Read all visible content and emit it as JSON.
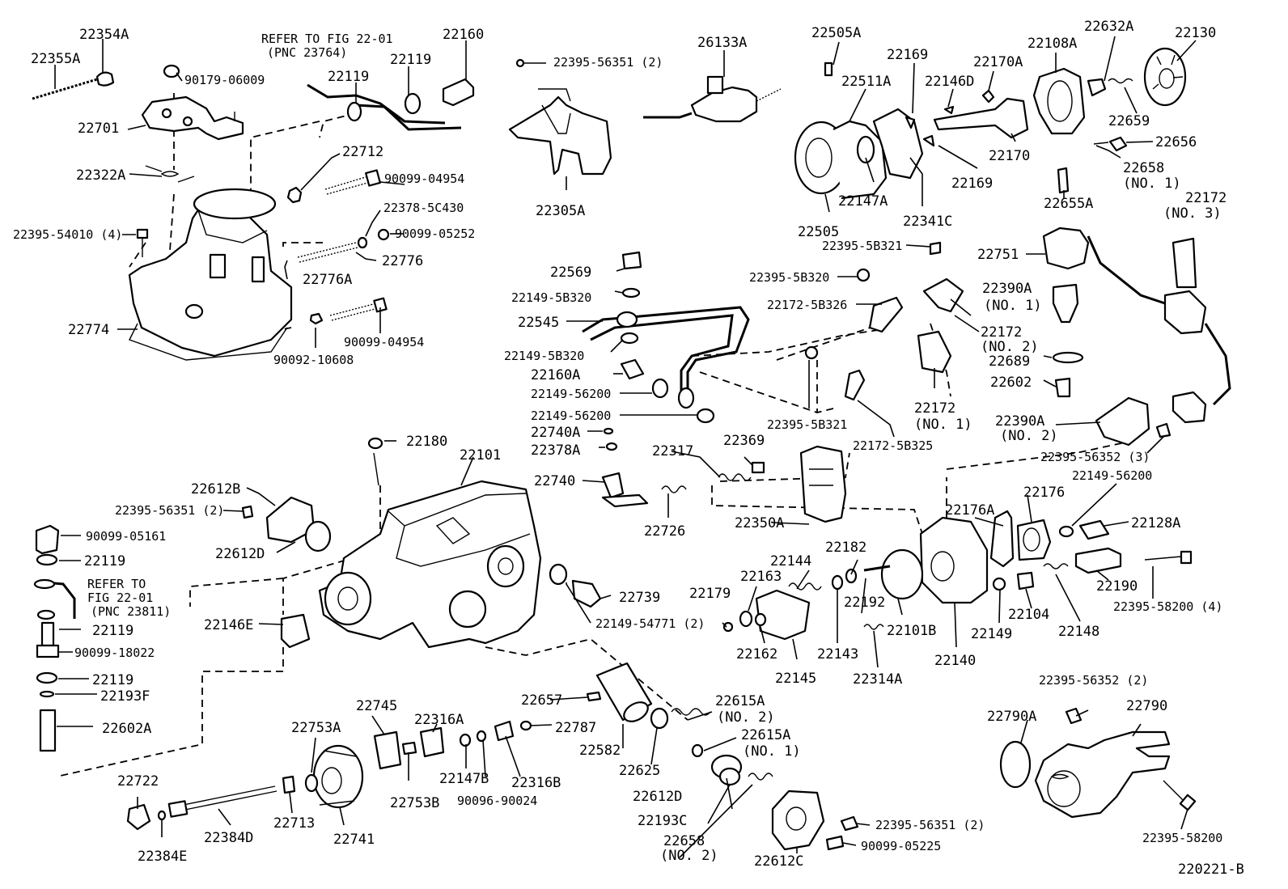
{
  "figure_id": "220221-B",
  "labels": {
    "p22354A": "22354A",
    "p22355A": "22355A",
    "ref1a": "REFER TO FIG 22-01",
    "ref1b": "(PNC 23764)",
    "p22160": "22160",
    "p22119a": "22119",
    "p22119b": "22119",
    "p90179": "90179-06009",
    "p22701": "22701",
    "p22712": "22712",
    "p90099_04954a": "90099-04954",
    "p22322A": "22322A",
    "p22378_5C430": "22378-5C430",
    "p22395_54010": "22395-54010 (4)",
    "p90099_05252": "90099-05252",
    "p22776": "22776",
    "p22776A": "22776A",
    "p22774": "22774",
    "p90099_04954b": "90099-04954",
    "p90092": "90092-10608",
    "p22395_56351a": "22395-56351 (2)",
    "p22305A": "22305A",
    "p26133A": "26133A",
    "p22505A": "22505A",
    "p22511A": "22511A",
    "p22169a": "22169",
    "p22170A": "22170A",
    "p22146D": "22146D",
    "p22108A": "22108A",
    "p22632A": "22632A",
    "p22130": "22130",
    "p22659": "22659",
    "p22656": "22656",
    "p22658_1a": "22658",
    "p22658_1b": "(NO. 1)",
    "p22170": "22170",
    "p22169b": "22169",
    "p22147A": "22147A",
    "p22505": "22505",
    "p22341C": "22341C",
    "p22655A": "22655A",
    "p22172_3a": "22172",
    "p22172_3b": "(NO. 3)",
    "p22569": "22569",
    "p22149_5B320a": "22149-5B320",
    "p22545": "22545",
    "p22149_5B320b": "22149-5B320",
    "p22160A": "22160A",
    "p22149_56200a": "22149-56200",
    "p22149_56200b": "22149-56200",
    "p22740A": "22740A",
    "p22378A": "22378A",
    "p22395_5B321a": "22395-5B321",
    "p22395_5B320": "22395-5B320",
    "p22172_5B326": "22172-5B326",
    "p22751": "22751",
    "p22390A_1a": "22390A",
    "p22390A_1b": "(NO. 1)",
    "p22172_2a": "22172",
    "p22172_2b": "(NO. 2)",
    "p22689": "22689",
    "p22602": "22602",
    "p22172_1a": "22172",
    "p22172_1b": "(NO. 1)",
    "p22395_5B321b": "22395-5B321",
    "p22172_5B325": "22172-5B325",
    "p22390A_2a": "22390A",
    "p22390A_2b": "(NO. 2)",
    "p22395_56352a": "22395-56352 (3)",
    "p22149_56200c": "22149-56200",
    "p22180": "22180",
    "p22101": "22101",
    "p22317": "22317",
    "p22369": "22369",
    "p22740": "22740",
    "p22726": "22726",
    "p22350A": "22350A",
    "p22176A": "22176A",
    "p22176": "22176",
    "p22128A": "22128A",
    "p22612B": "22612B",
    "p22395_56351b": "22395-56351 (2)",
    "p22612D_a": "22612D",
    "p90099_05161": "90099-05161",
    "p22119c": "22119",
    "ref2a": "REFER TO",
    "ref2b": "FIG 22-01",
    "ref2c": "(PNC 23811)",
    "p22119d": "22119",
    "p90099_18022": "90099-18022",
    "p22119e": "22119",
    "p22193F": "22193F",
    "p22602A": "22602A",
    "p22146E": "22146E",
    "p22739": "22739",
    "p22149_54771": "22149-54771 (2)",
    "p22182": "22182",
    "p22144": "22144",
    "p22163": "22163",
    "p22179": "22179",
    "p22192": "22192",
    "p22162": "22162",
    "p22145": "22145",
    "p22143": "22143",
    "p22314A": "22314A",
    "p22101B": "22101B",
    "p22140": "22140",
    "p22149": "22149",
    "p22104": "22104",
    "p22148": "22148",
    "p22190": "22190",
    "p22395_58200_4": "22395-58200 (4)",
    "p22657": "22657",
    "p22615A_2a": "22615A",
    "p22615A_2b": "(NO. 2)",
    "p22745": "22745",
    "p22316A": "22316A",
    "p22787": "22787",
    "p22753A": "22753A",
    "p22582": "22582",
    "p22615A_1a": "22615A",
    "p22615A_1b": "(NO. 1)",
    "p22625": "22625",
    "p22147B": "22147B",
    "p22316B": "22316B",
    "p22753B": "22753B",
    "p90096": "90096-90024",
    "p22722": "22722",
    "p22713": "22713",
    "p22612D_b": "22612D",
    "p22193C": "22193C",
    "p22384D": "22384D",
    "p22741": "22741",
    "p22658_2a": "22658",
    "p22658_2b": "(NO. 2)",
    "p22612C": "22612C",
    "p22395_56351c": "22395-56351 (2)",
    "p90099_05225": "90099-05225",
    "p22384E": "22384E",
    "p22395_56352b": "22395-56352 (2)",
    "p22790A": "22790A",
    "p22790": "22790",
    "p22395_58200": "22395-58200"
  }
}
